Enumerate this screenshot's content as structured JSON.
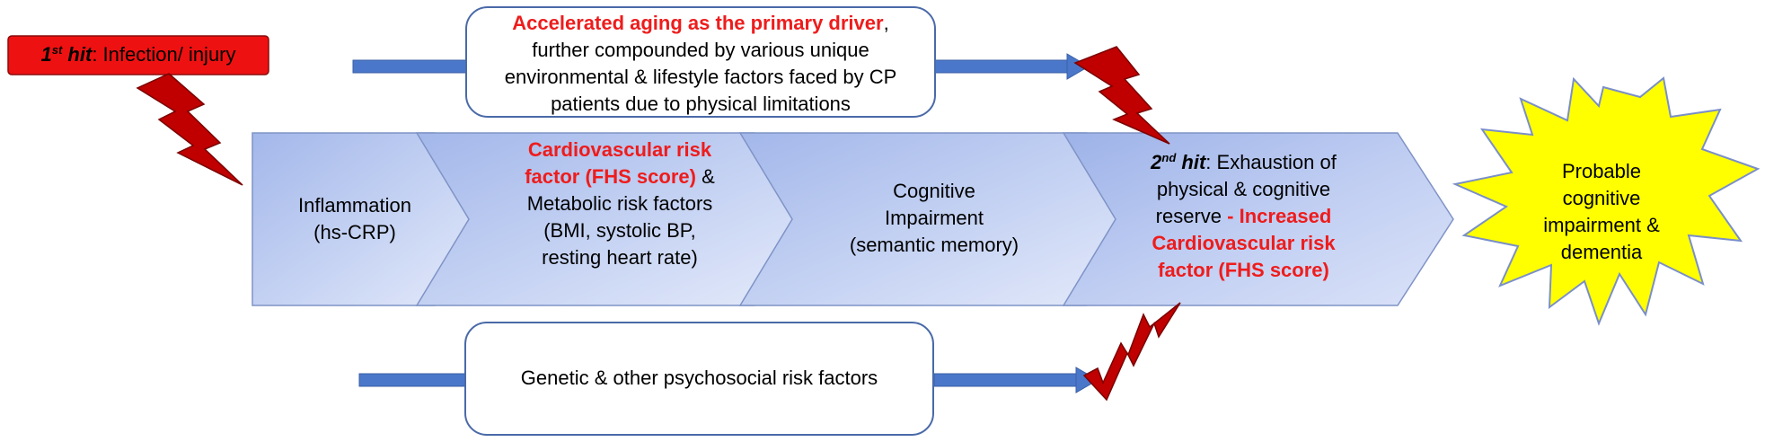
{
  "colors": {
    "chevron_light": "#dbe3f7",
    "chevron_dark": "#9fb4e9",
    "chevron_border": "#7f93c6",
    "arrow_blue": "#4a77c9",
    "box_border": "#4a6aa8",
    "first_hit_fill": "#ee1111",
    "bolt_fill": "#c00000",
    "burst_fill": "#ffff00",
    "burst_border": "#7a8fc8",
    "red_text": "#ee1c1c"
  },
  "first_hit": {
    "number": "1",
    "sup": "st",
    "word": " hit",
    "text": ": Infection/ injury"
  },
  "top_box": {
    "red": "Accelerated aging as the primary driver",
    "rest": ", further compounded by various unique environmental & lifestyle factors faced by CP patients due to physical limitations"
  },
  "bottom_box": {
    "text": "Genetic & other psychosocial risk factors"
  },
  "chevrons": [
    {
      "line1": "Inflammation",
      "line2": "(hs-CRP)"
    },
    {
      "red": "Cardiovascular risk factor (FHS score)",
      "rest1": " & Metabolic risk factors",
      "rest2": "(BMI, systolic BP, resting heart rate)"
    },
    {
      "line1": "Cognitive Impairment",
      "line2": "(semantic memory)"
    },
    {
      "number": "2",
      "sup": "nd",
      "word": " hit",
      "rest": ": Exhaustion of physical & cognitive reserve ",
      "red": "- Increased Cardiovascular risk factor (FHS score)"
    }
  ],
  "outcome": {
    "text": "Probable cognitive impairment & dementia"
  },
  "icons": {
    "lightning": "lightning-bolt-icon",
    "burst": "explosion-burst-icon",
    "arrow": "right-arrow-icon"
  }
}
